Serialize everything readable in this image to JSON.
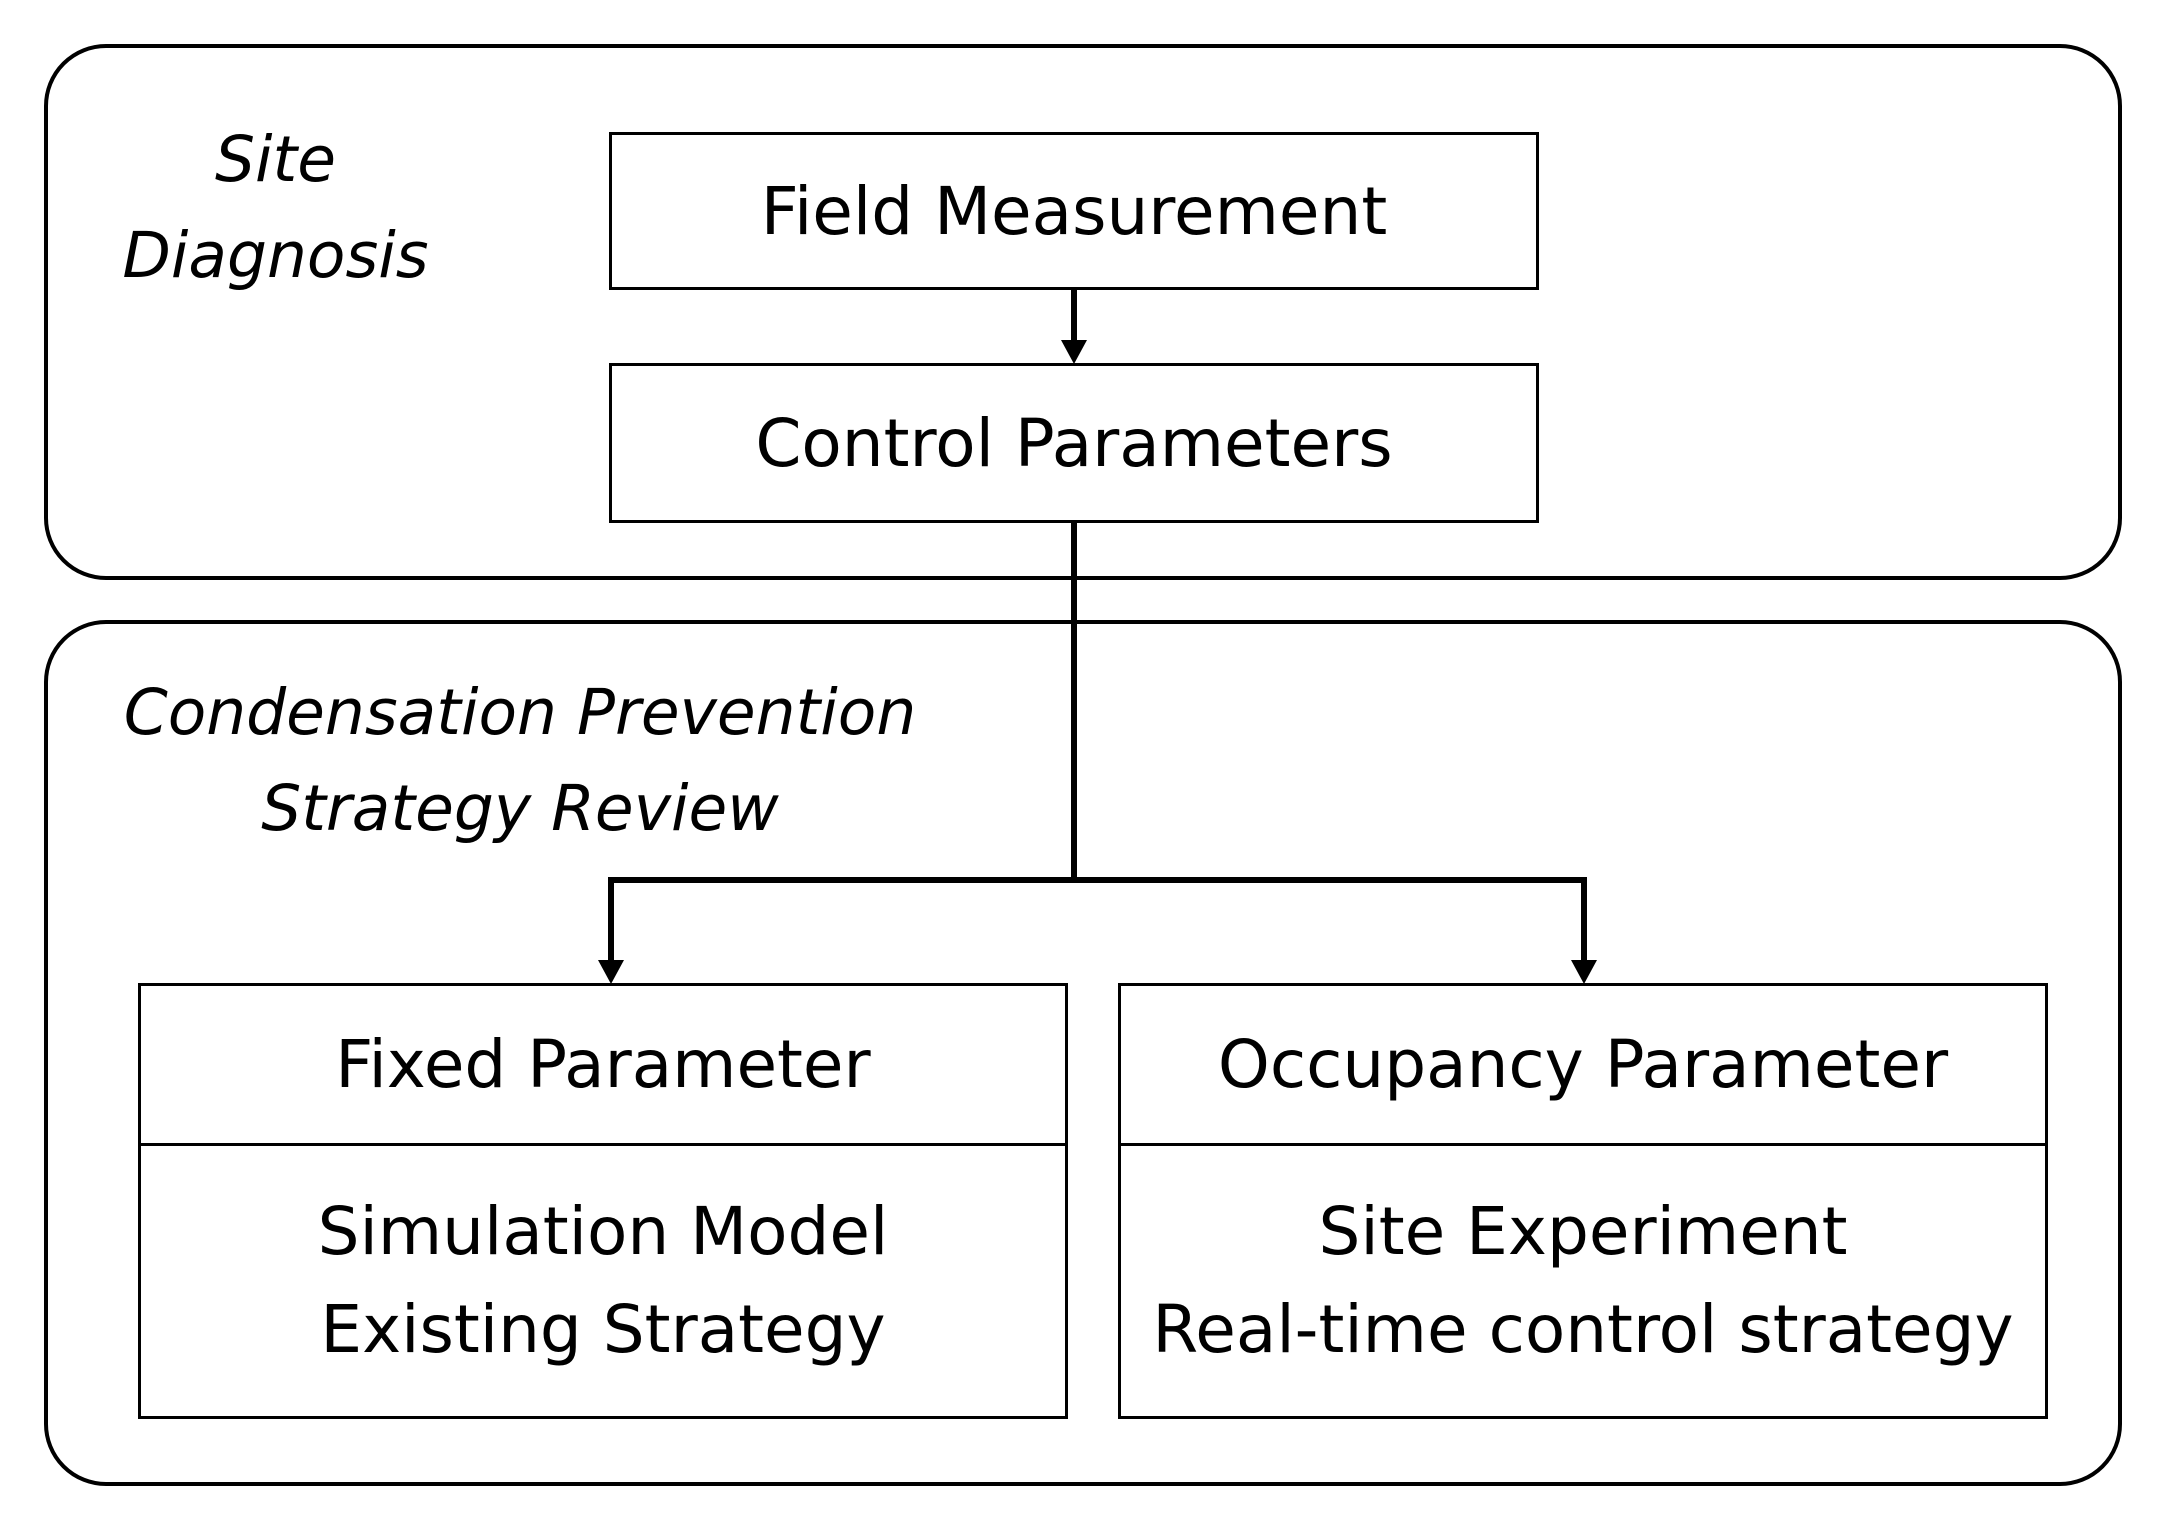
{
  "groups": {
    "site_diagnosis": {
      "title_line1": "Site",
      "title_line2": "Diagnosis"
    },
    "condensation_prevention": {
      "title_line1": "Condensation Prevention",
      "title_line2": "Strategy Review"
    }
  },
  "boxes": {
    "field_measurement": "Field Measurement",
    "control_parameters": "Control Parameters",
    "fixed_parameter": {
      "header": "Fixed Parameter",
      "line1": "Simulation Model",
      "line2": "Existing Strategy"
    },
    "occupancy_parameter": {
      "header": "Occupancy Parameter",
      "line1": "Site Experiment",
      "line2": "Real-time control strategy"
    }
  },
  "colors": {
    "line": "#000000",
    "background": "#ffffff"
  }
}
